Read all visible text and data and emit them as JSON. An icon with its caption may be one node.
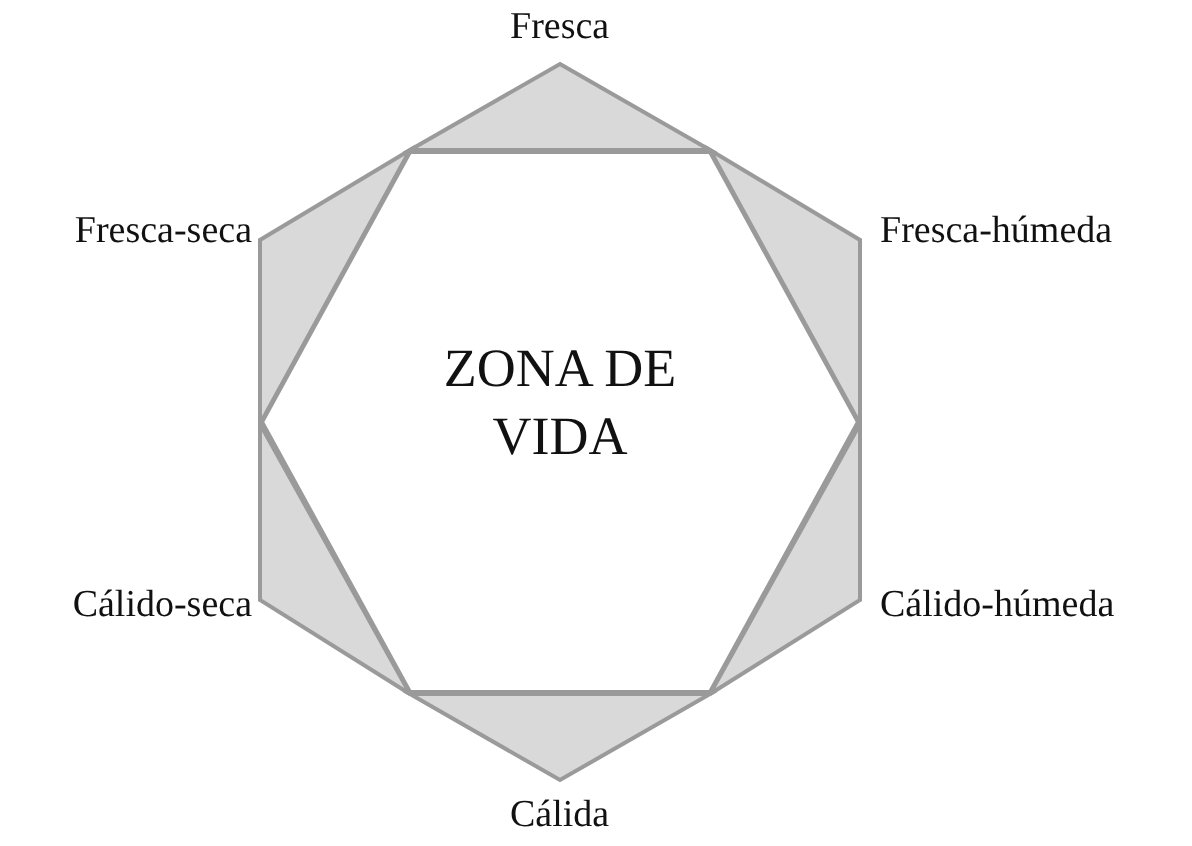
{
  "diagram": {
    "nodes": [
      {
        "text": [
          "ZONA DE VIDA"
        ]
      }
    ],
    "labels": [
      "Fresca",
      "Fresca-seca",
      "Fresca-húmeda",
      "Cálido-seca",
      "Cálido-húmeda",
      "Cálida"
    ]
  }
}
